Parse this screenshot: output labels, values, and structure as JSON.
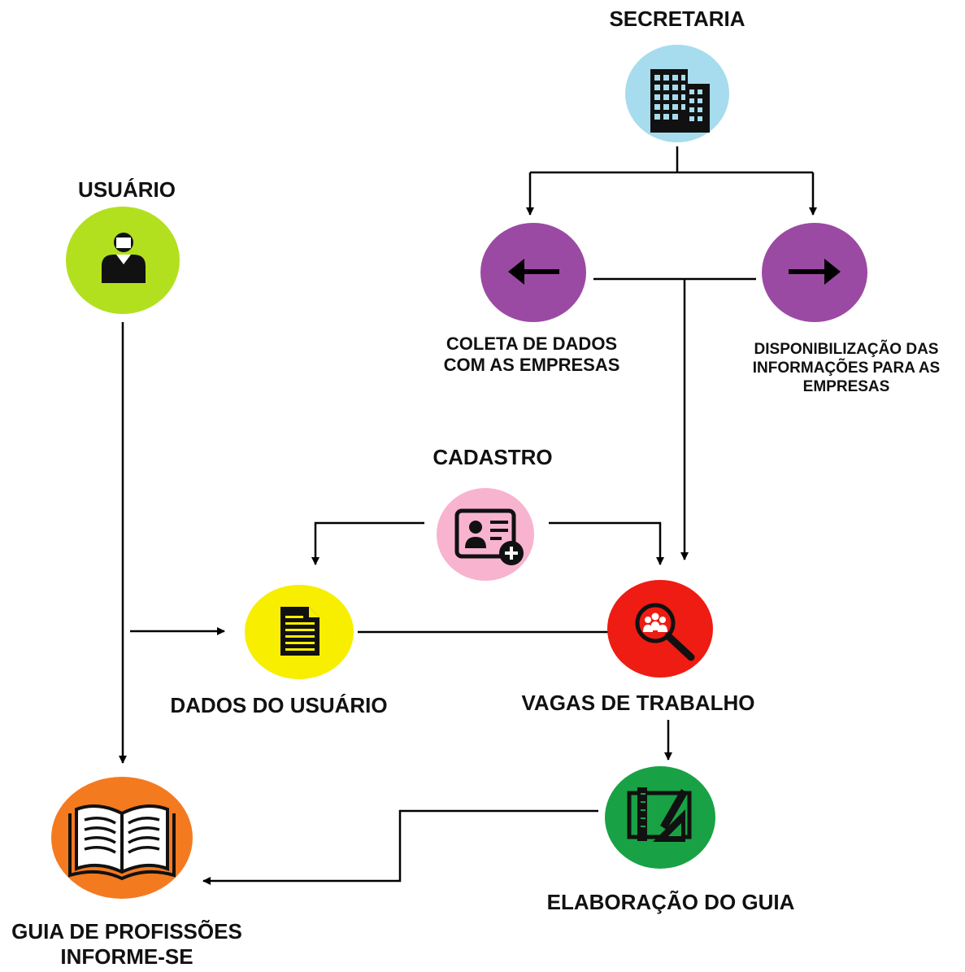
{
  "nodes": {
    "secretaria": {
      "label": "SECRETARIA",
      "color": "#a6dced",
      "icon": "building-icon"
    },
    "usuario": {
      "label": "USUÁRIO",
      "color": "#b2e01f",
      "icon": "user-icon"
    },
    "coleta": {
      "label_lines": [
        "COLETA DE DADOS",
        "COM AS EMPRESAS"
      ],
      "color": "#9b4aa3",
      "icon": "arrow-left-icon"
    },
    "disponibilizacao": {
      "label_lines": [
        "DISPONIBILIZAÇÃO DAS",
        "INFORMAÇÕES PARA AS",
        "EMPRESAS"
      ],
      "color": "#9b4aa3",
      "icon": "arrow-right-icon"
    },
    "cadastro": {
      "label": "CADASTRO",
      "color": "#f8b3cf",
      "icon": "contact-card-add-icon"
    },
    "dados_usuario": {
      "label": "DADOS DO USUÁRIO",
      "color": "#f7ee00",
      "icon": "document-icon"
    },
    "vagas": {
      "label": "VAGAS DE TRABALHO",
      "color": "#ee1c12",
      "icon": "people-search-icon"
    },
    "elaboracao": {
      "label": "ELABORAÇÃO DO GUIA",
      "color": "#18a245",
      "icon": "design-tools-icon"
    },
    "guia": {
      "label_lines": [
        "GUIA DE PROFISSÕES",
        "INFORME-SE"
      ],
      "color": "#f47a20",
      "icon": "open-book-icon"
    }
  }
}
